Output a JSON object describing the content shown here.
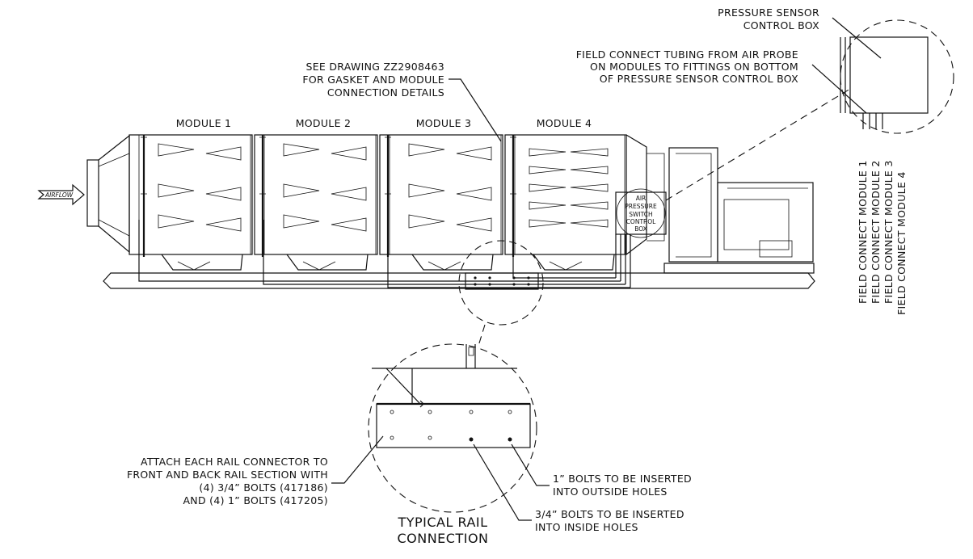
{
  "modules": [
    {
      "label": "MODULE 1"
    },
    {
      "label": "MODULE 2"
    },
    {
      "label": "MODULE 3"
    },
    {
      "label": "MODULE 4"
    }
  ],
  "airflow_label": "AIRFLOW",
  "see_drawing_note": {
    "line1": "SEE DRAWING ZZ2908463",
    "line2": "FOR GASKET AND MODULE",
    "line3": "CONNECTION DETAILS"
  },
  "pressure_sensor_box": {
    "line1": "PRESSURE SENSOR",
    "line2": "CONTROL BOX"
  },
  "tubing_note": {
    "line1": "FIELD CONNECT TUBING FROM AIR PROBE",
    "line2": "ON MODULES TO FITTINGS ON BOTTOM",
    "line3": "OF PRESSURE SENSOR CONTROL BOX"
  },
  "air_switch_box": {
    "line1": "AIR",
    "line2": "PRESSURE",
    "line3": "SWITCH",
    "line4": "CONTROL",
    "line5": "BOX"
  },
  "field_connect_labels": [
    "FIELD CONNECT MODULE 1",
    "FIELD CONNECT MODULE 2",
    "FIELD CONNECT MODULE 3",
    "FIELD CONNECT MODULE 4"
  ],
  "rail_note": {
    "line1": "ATTACH EACH RAIL CONNECTOR TO",
    "line2": "FRONT AND BACK RAIL SECTION WITH",
    "line3": "(4) 3/4” BOLTS (417186)",
    "line4": "AND (4) 1” BOLTS (417205)"
  },
  "bolts_1in_note": {
    "line1": "1” BOLTS TO BE INSERTED",
    "line2": "INTO OUTSIDE HOLES"
  },
  "bolts_34in_note": {
    "line1": "3/4” BOLTS TO BE INSERTED",
    "line2": "INTO INSIDE HOLES"
  },
  "detail_title": {
    "line1": "TYPICAL RAIL",
    "line2": "CONNECTION"
  }
}
